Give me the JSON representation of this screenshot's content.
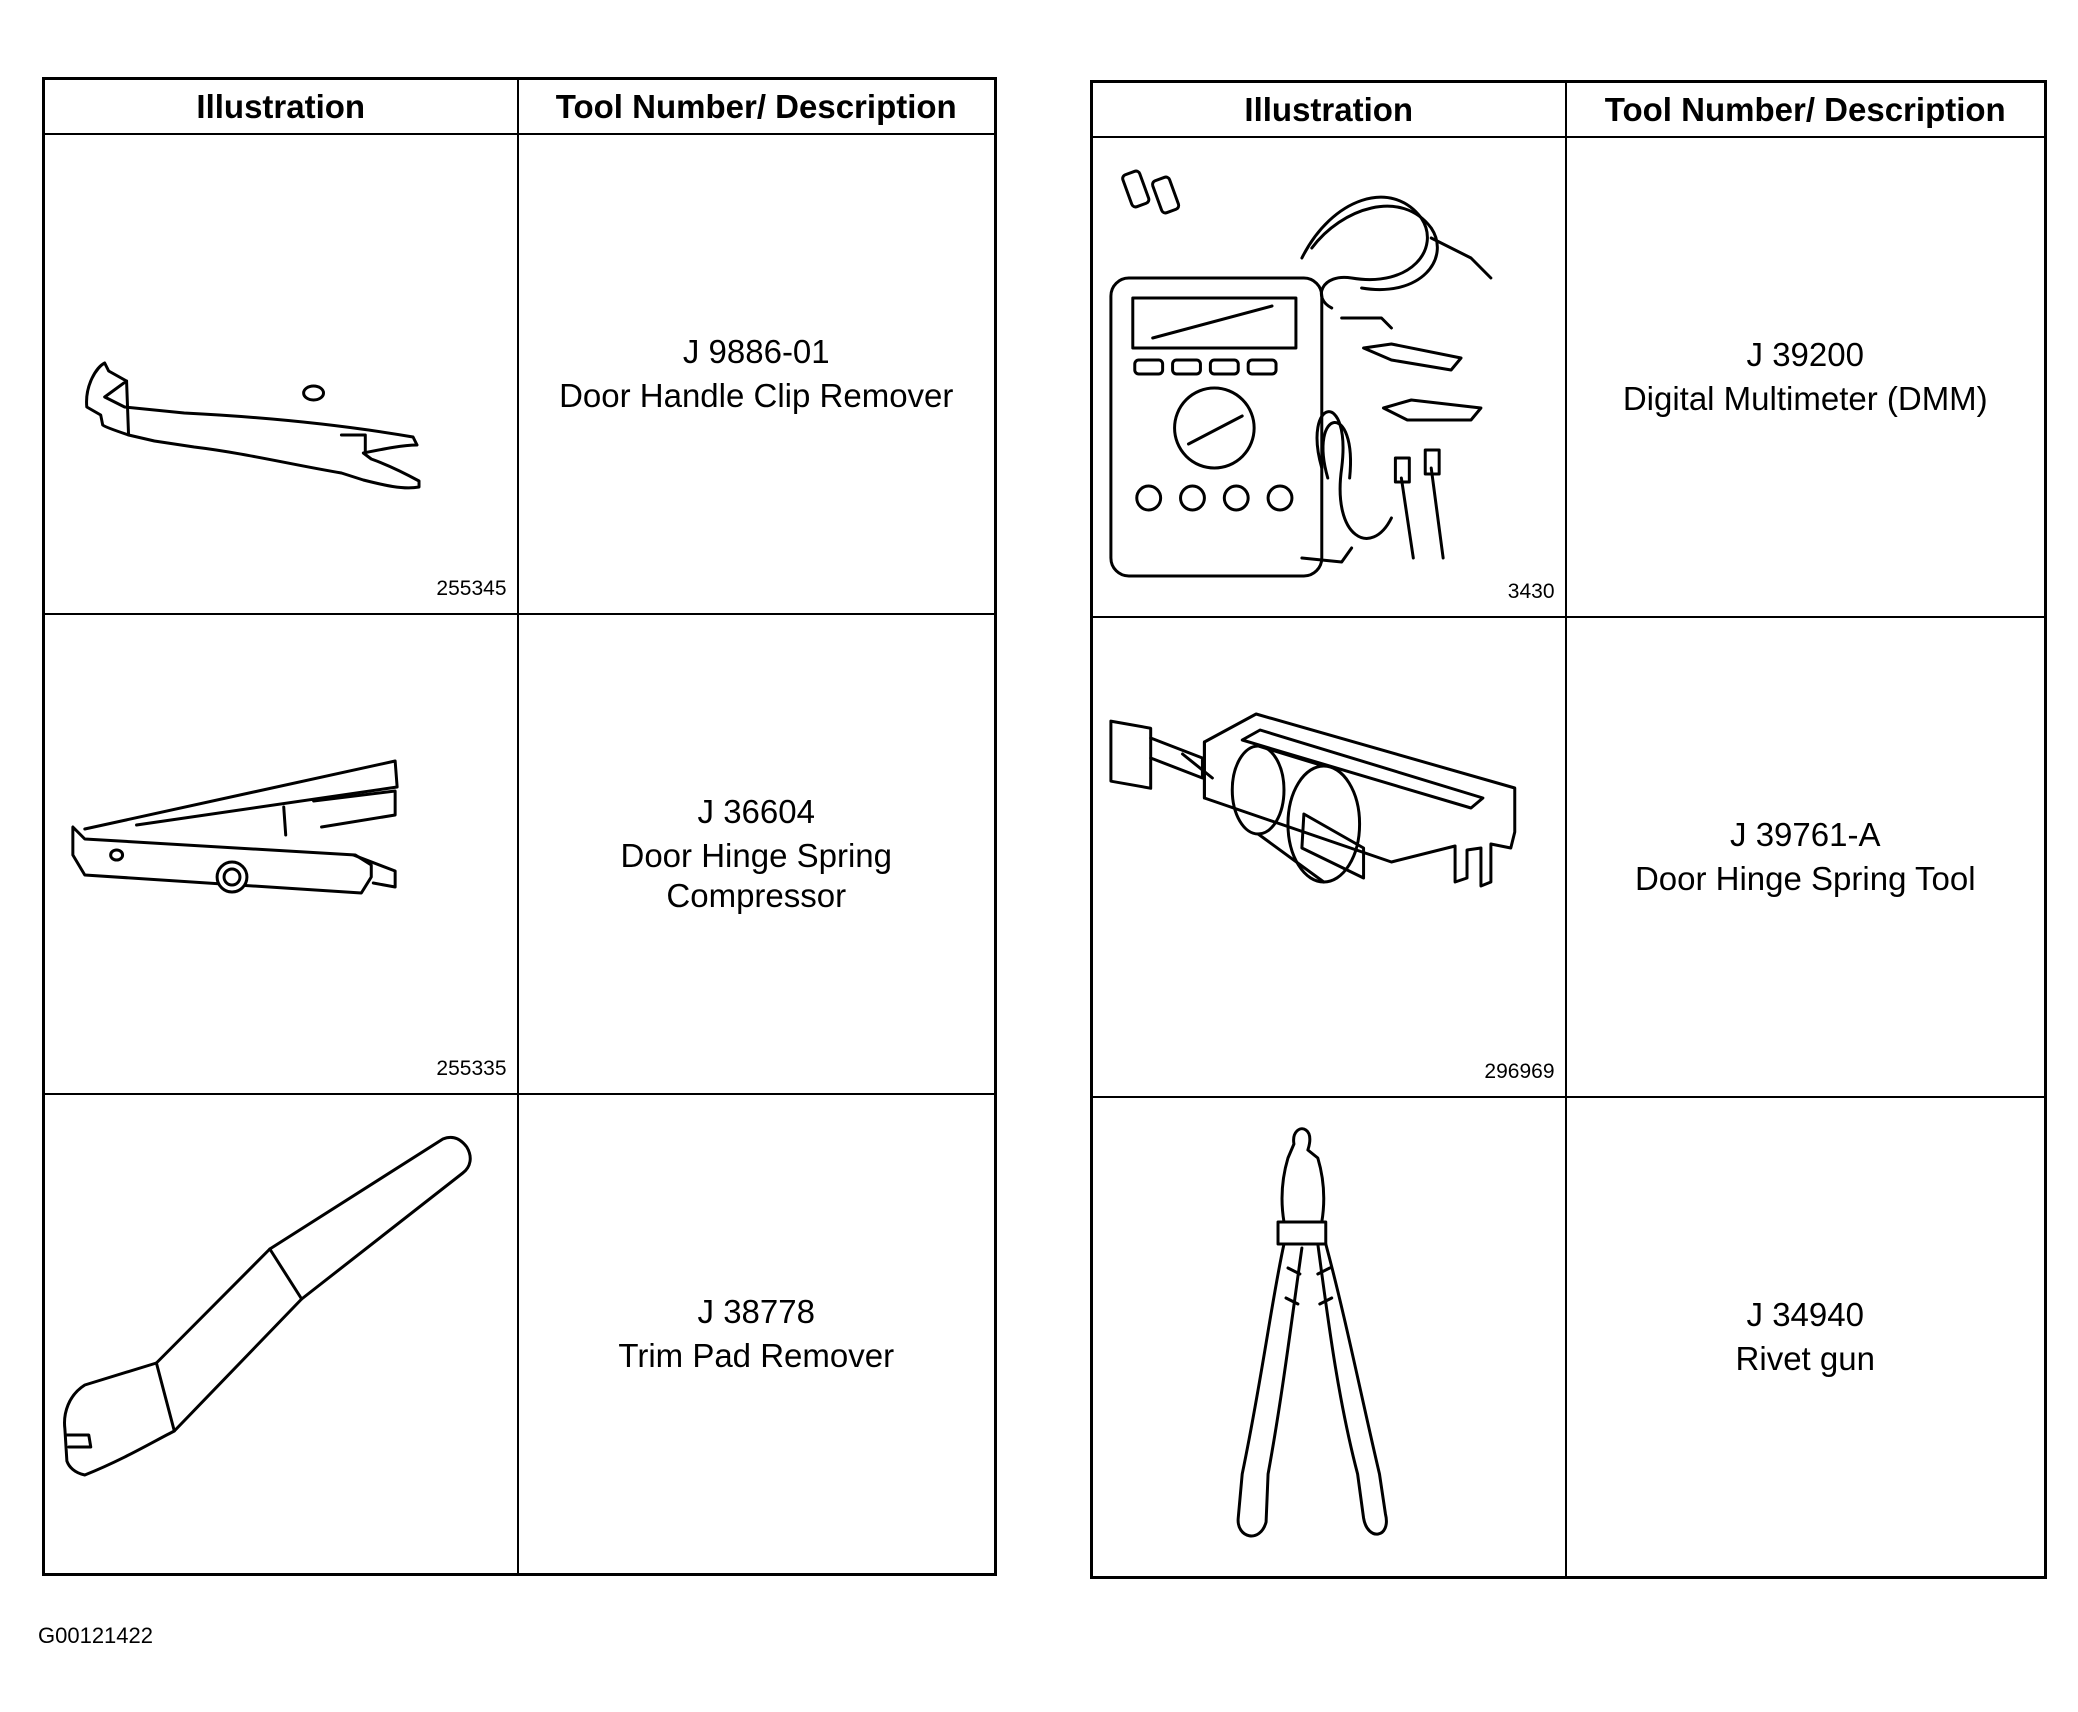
{
  "left_table": {
    "header_illustration": "Illustration",
    "header_description": "Tool Number/ Description",
    "rows": [
      {
        "tool_number": "J 9886-01",
        "description": "Door Handle Clip Remover",
        "figure_number": "255345",
        "icon": "door-handle-clip-remover-icon"
      },
      {
        "tool_number": "J 36604",
        "description": "Door Hinge Spring\nCompressor",
        "figure_number": "255335",
        "icon": "door-hinge-spring-compressor-icon"
      },
      {
        "tool_number": "J 38778",
        "description": "Trim Pad Remover",
        "figure_number": "",
        "icon": "trim-pad-remover-icon"
      }
    ]
  },
  "right_table": {
    "header_illustration": "Illustration",
    "header_description": "Tool Number/ Description",
    "rows": [
      {
        "tool_number": "J 39200",
        "description": "Digital Multimeter (DMM)",
        "figure_number": "3430",
        "icon": "digital-multimeter-icon"
      },
      {
        "tool_number": "J 39761-A",
        "description": "Door Hinge Spring Tool",
        "figure_number": "296969",
        "icon": "door-hinge-spring-tool-icon"
      },
      {
        "tool_number": "J  34940",
        "description": "Rivet gun",
        "figure_number": "",
        "icon": "rivet-gun-icon"
      }
    ]
  },
  "caption": "G00121422"
}
